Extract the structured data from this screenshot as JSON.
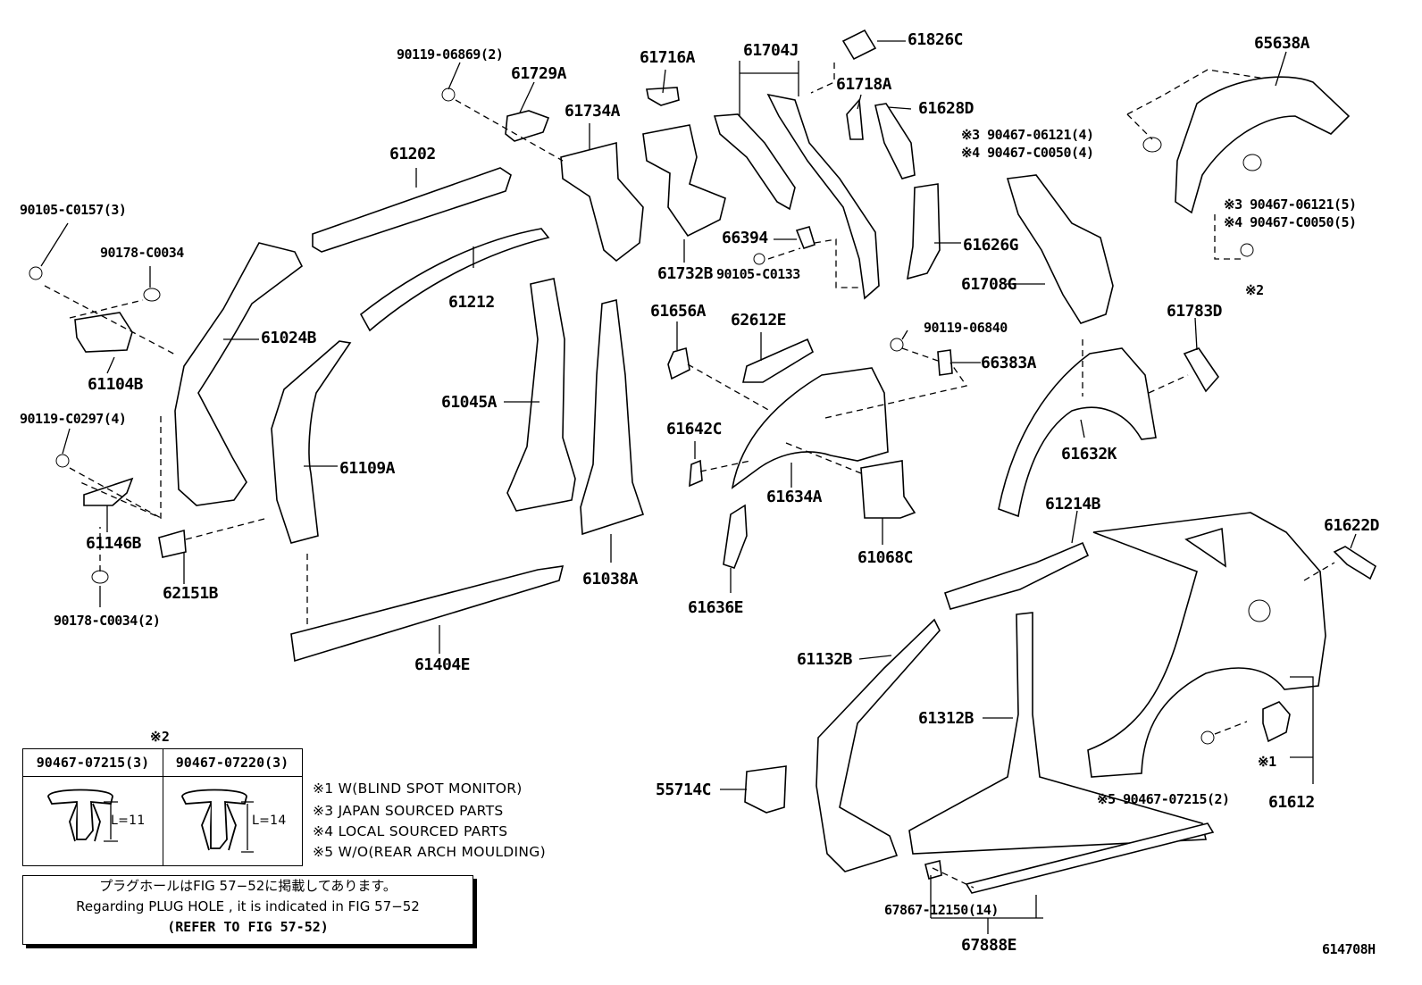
{
  "parts": [
    {
      "id": "p1",
      "text": "90119-06869(2)"
    },
    {
      "id": "p2",
      "text": "61729A"
    },
    {
      "id": "p3",
      "text": "61734A"
    },
    {
      "id": "p4",
      "text": "61716A"
    },
    {
      "id": "p5",
      "text": "61704J"
    },
    {
      "id": "p6",
      "text": "61826C"
    },
    {
      "id": "p7",
      "text": "61718A"
    },
    {
      "id": "p8",
      "text": "61628D"
    },
    {
      "id": "p9",
      "text": "65638A"
    },
    {
      "id": "p10",
      "text": "61202"
    },
    {
      "id": "p11",
      "text": "90105-C0157(3)"
    },
    {
      "id": "p12",
      "text": "90178-C0034"
    },
    {
      "id": "p13",
      "text": "61212"
    },
    {
      "id": "p14",
      "text": "61024B"
    },
    {
      "id": "p15",
      "text": "61104B"
    },
    {
      "id": "p16",
      "text": "61732B"
    },
    {
      "id": "p17",
      "text": "66394"
    },
    {
      "id": "p18",
      "text": "90105-C0133"
    },
    {
      "id": "p19",
      "text": "61626G"
    },
    {
      "id": "p20",
      "text": "61708G"
    },
    {
      "id": "p21",
      "text": "61783D"
    },
    {
      "id": "p22",
      "text": "61656A"
    },
    {
      "id": "p23",
      "text": "62612E"
    },
    {
      "id": "p24",
      "text": "90119-06840"
    },
    {
      "id": "p25",
      "text": "66383A"
    },
    {
      "id": "p26",
      "text": "90119-C0297(4)"
    },
    {
      "id": "p27",
      "text": "61045A"
    },
    {
      "id": "p28",
      "text": "61109A"
    },
    {
      "id": "p29",
      "text": "61642C"
    },
    {
      "id": "p30",
      "text": "61632K"
    },
    {
      "id": "p31",
      "text": "61634A"
    },
    {
      "id": "p32",
      "text": "61146B"
    },
    {
      "id": "p33",
      "text": "61214B"
    },
    {
      "id": "p34",
      "text": "61622D"
    },
    {
      "id": "p35",
      "text": "62151B"
    },
    {
      "id": "p36",
      "text": "61038A"
    },
    {
      "id": "p37",
      "text": "61068C"
    },
    {
      "id": "p38",
      "text": "90178-C0034(2)"
    },
    {
      "id": "p39",
      "text": "61636E"
    },
    {
      "id": "p40",
      "text": "61404E"
    },
    {
      "id": "p41",
      "text": "61132B"
    },
    {
      "id": "p42",
      "text": "61312B"
    },
    {
      "id": "p43",
      "text": "55714C"
    },
    {
      "id": "p44",
      "text": "61612"
    },
    {
      "id": "p45",
      "text": "67867-12150(14)"
    },
    {
      "id": "p46",
      "text": "67888E"
    }
  ],
  "annotations": {
    "a1": "※3 90467-06121(4)",
    "a2": "※4 90467-C0050(4)",
    "a3": "※3 90467-06121(5)",
    "a4": "※4 90467-C0050(5)",
    "a5": "※2",
    "a6": "※1",
    "a7": "※5 90467-07215(2)"
  },
  "fastener_table": {
    "ref": "※2",
    "col1_part": "90467-07215(3)",
    "col1_len": "L=11",
    "col2_part": "90467-07220(3)",
    "col2_len": "L=14"
  },
  "legend": [
    "※1 W(BLIND SPOT MONITOR)",
    "※3 JAPAN SOURCED PARTS",
    "※4 LOCAL SOURCED PARTS",
    "※5 W/O(REAR ARCH MOULDING)"
  ],
  "plug_note": {
    "jp": "プラグホールはFIG 57−52に掲載してあります。",
    "en": "Regarding  PLUG  HOLE , it is indicated in  FIG  57−52",
    "ref": "(REFER TO FIG 57-52)"
  },
  "figure_id": "614708H"
}
